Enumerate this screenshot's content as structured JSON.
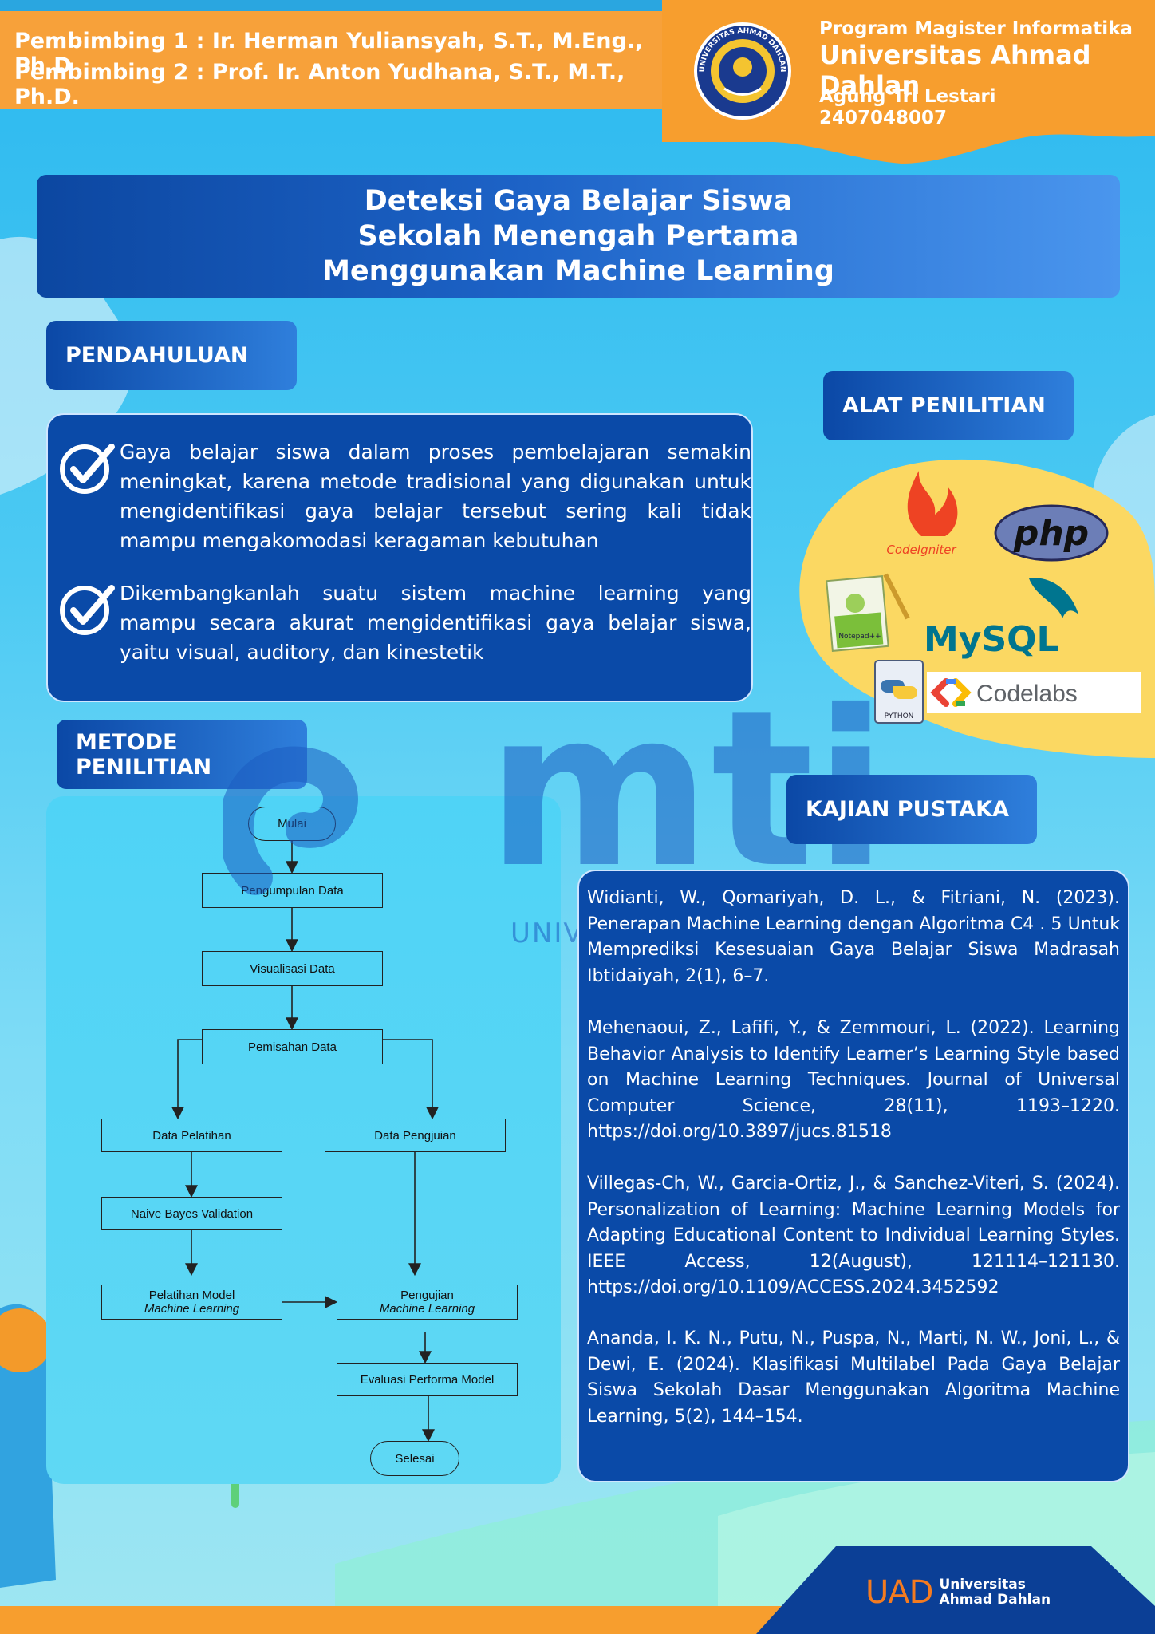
{
  "header": {
    "supervisor_1": "Pembimbing 1 : Ir. Herman Yuliansyah, S.T., M.Eng., Ph.D",
    "supervisor_2": "Pembimbing 2 : Prof. Ir. Anton Yudhana, S.T., M.T., Ph.D.",
    "seal_text": "UNIVERSITAS AHMAD DAHLAN",
    "program": "Program Magister Informatika",
    "university": "Universitas Ahmad Dahlan",
    "student_name": "Agung Tri Lestari",
    "student_id": "2407048007"
  },
  "title": {
    "line1": "Deteksi Gaya Belajar Siswa",
    "line2": "Sekolah Menengah Pertama",
    "line3": "Menggunakan Machine Learning"
  },
  "intro": {
    "heading": "PENDAHULUAN",
    "point1": "Gaya belajar siswa dalam proses pembelajaran semakin meningkat, karena metode tradisional yang digunakan untuk mengidentifikasi gaya belajar tersebut sering kali tidak mampu mengakomodasi keragaman kebutuhan",
    "point2": "Dikembangkanlah suatu sistem machine learning yang mampu secara akurat mengidentifikasi gaya belajar siswa, yaitu visual, auditory, dan kinestetik",
    "icon": "check-circle-icon"
  },
  "tools": {
    "heading": "ALAT PENILITIAN",
    "codeigniter": "CodeIgniter",
    "php": "php",
    "notepad": "Notepad++",
    "mysql": "MySQL",
    "python": "PYTHON",
    "codelabs": "Codelabs"
  },
  "method": {
    "heading": "METODE PENILITIAN",
    "watermark": "mti",
    "watermark_sub": "UNIV",
    "steps": {
      "start": "Mulai",
      "collect": "Pengumpulan Data",
      "visualize": "Visualisasi Data",
      "split": "Pemisahan Data",
      "train_data": "Data Pelatihan",
      "test_data": "Data Pengjuian",
      "nb": "Naive Bayes Validation",
      "train_model": "Pelatihan Model",
      "ml_italic": "Machine Learning",
      "test_model": "Pengujian",
      "eval": "Evaluasi Performa Model",
      "end": "Selesai"
    }
  },
  "literature": {
    "heading": "KAJIAN PUSTAKA",
    "refs": [
      "Widianti, W., Qomariyah, D. L., & Fitriani, N. (2023). Penerapan Machine Learning dengan Algoritma C4 . 5 Untuk Memprediksi Kesesuaian Gaya Belajar Siswa Madrasah Ibtidaiyah, 2(1), 6–7.",
      "Mehenaoui, Z., Lafifi, Y., & Zemmouri, L. (2022). Learning Behavior Analysis to Identify Learner’s Learning Style based on Machine Learning Techniques. Journal of Universal Computer Science, 28(11), 1193–1220. https://doi.org/10.3897/jucs.81518",
      "Villegas-Ch, W., Garcia-Ortiz, J., & Sanchez-Viteri, S. (2024). Personalization of Learning: Machine Learning Models for Adapting Educational Content to Individual Learning Styles. IEEE Access, 12(August), 121114–121130. https://doi.org/10.1109/ACCESS.2024.3452592",
      "Ananda, I. K. N., Putu, N., Puspa, N., Marti, N. W., Joni, L., & Dewi, E. (2024). Klasifikasi Multilabel Pada Gaya Belajar Siswa Sekolah Dasar Menggunakan Algoritma Machine Learning, 5(2), 144–154."
    ]
  },
  "footer": {
    "uad": "UAD",
    "uni_line1": "Universitas",
    "uni_line2": "Ahmad Dahlan"
  },
  "colors": {
    "orange": "#f79e2e",
    "dark_blue": "#0a4aa8",
    "sky": "#2bb8ef",
    "yellow_blob": "#fbd862"
  }
}
